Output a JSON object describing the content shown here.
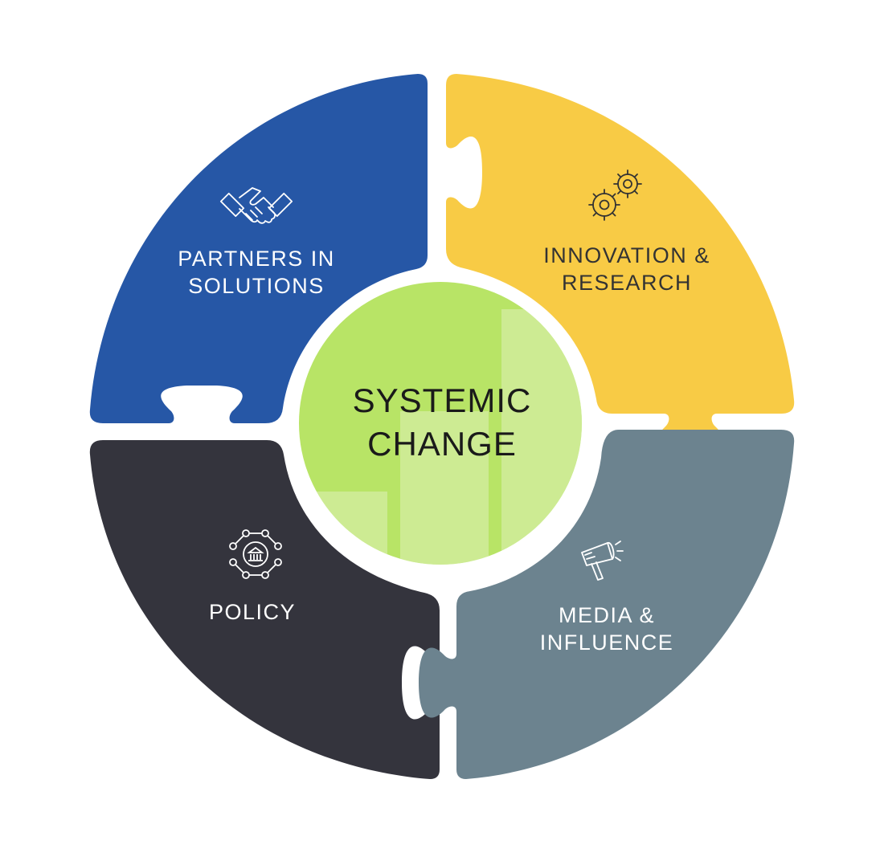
{
  "title": {
    "line1": "SYSTEMIC",
    "line2": "CHANGE"
  },
  "segments": {
    "partners": {
      "line1": "PARTNERS IN",
      "line2": "SOLUTIONS",
      "icon": "handshake-icon"
    },
    "innovation": {
      "line1": "INNOVATION &",
      "line2": "RESEARCH",
      "icon": "gears-icon"
    },
    "policy": {
      "line1": "POLICY",
      "icon": "government-network-icon"
    },
    "media": {
      "line1": "MEDIA &",
      "line2": "INFLUENCE",
      "icon": "megaphone-icon"
    }
  },
  "colors": {
    "partners": "#2657a6",
    "innovation": "#f8cb45",
    "policy": "#34343d",
    "media": "#6c838f",
    "center": "#b8e466",
    "center_highlight": "#cdeb95",
    "text_light": "#ffffff",
    "text_dark": "#333333"
  }
}
